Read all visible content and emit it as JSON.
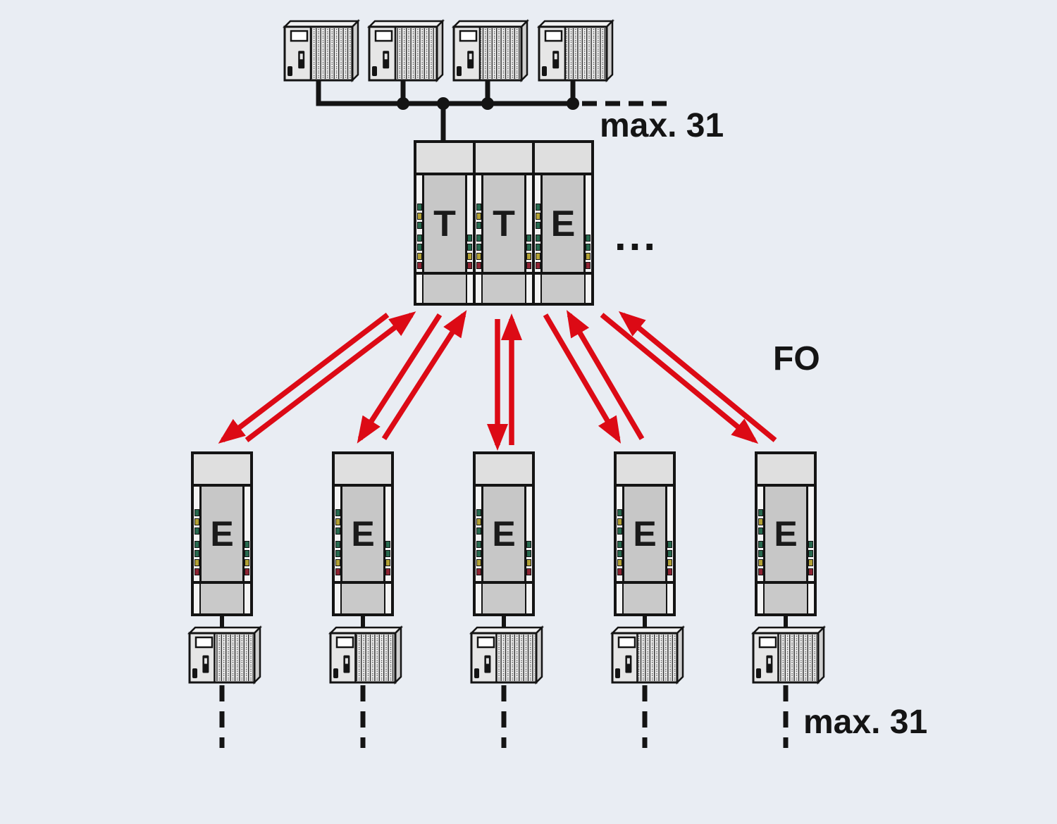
{
  "labels": {
    "bus_max_top": "max. 31",
    "fiber_optic": "FO",
    "ellipsis": "...",
    "bus_max_bottom": "max. 31"
  },
  "head_station": {
    "modules": [
      {
        "letter": "T"
      },
      {
        "letter": "T"
      },
      {
        "letter": "E"
      }
    ]
  },
  "remote_stations": [
    {
      "letter": "E"
    },
    {
      "letter": "E"
    },
    {
      "letter": "E"
    },
    {
      "letter": "E"
    },
    {
      "letter": "E"
    }
  ],
  "controllers": {
    "top_count": 4,
    "bottom_per_station": 1
  },
  "colors": {
    "arrow_red": "#dc0a15",
    "wire_black": "#141414",
    "led_green": "#276a4f",
    "led_yellow": "#b2a135",
    "led_red": "#8e2333"
  },
  "led_pattern_left": [
    "green",
    "yellow",
    "green",
    "green",
    "green",
    "yellow",
    "red"
  ],
  "led_pattern_right": [
    "green",
    "green",
    "yellow",
    "red"
  ]
}
